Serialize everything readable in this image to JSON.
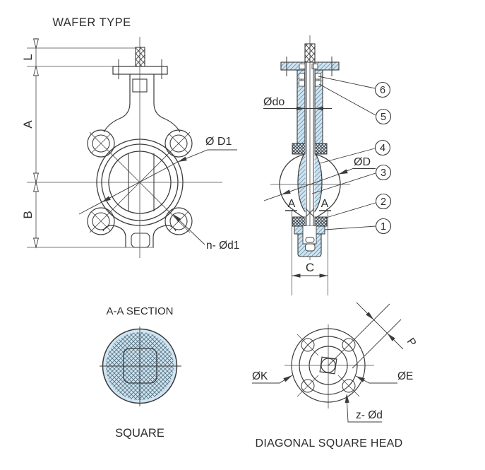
{
  "colors": {
    "line": "#3b3b3b",
    "centerline": "#4a4a4a",
    "fill_light_blue": "#cfe4f2",
    "hatch_line": "#7295aa",
    "mesh_line": "#54707e",
    "text": "#2d2d2d"
  },
  "front_view": {
    "title": "WAFER TYPE",
    "dim_top": "L",
    "dim_upper": "A",
    "dim_lower": "B",
    "diameter_label": "Ø D1",
    "bolt_holes_label": "n- Ød1"
  },
  "section_view": {
    "stem_diameter_label": "Ødo",
    "disc_diameter_label": "ØD",
    "bottom_width_label": "C",
    "section_letter_left": "A",
    "section_letter_right": "A",
    "callouts": [
      "1",
      "2",
      "3",
      "4",
      "5",
      "6"
    ]
  },
  "aa_section": {
    "title": "A-A SECTION",
    "caption": "SQUARE"
  },
  "head_view": {
    "title": "DIAGONAL SQUARE HEAD",
    "bolt_circle_label": "ØK",
    "head_diameter_label": "ØE",
    "holes_label": "z- Ød",
    "pitch_label": "P"
  }
}
